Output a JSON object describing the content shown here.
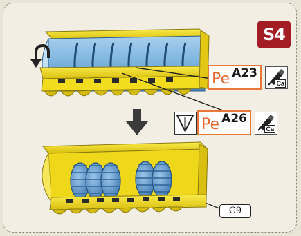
{
  "step": {
    "label": "S4"
  },
  "parts": [
    {
      "prefix": "Pe",
      "number": "A23",
      "tool_icon": "glue-tool-icon",
      "tool_text": "Ca"
    },
    {
      "prefix": "Pe",
      "number": "A26",
      "tool_icon": "glue-tool-icon",
      "tool_text": "Ca"
    }
  ],
  "callout": {
    "label": "C9"
  },
  "icons": {
    "rotate": "rotate-arrow-icon",
    "down_arrow": "down-arrow-icon",
    "flip_warning": "flip-warning-icon"
  },
  "colors": {
    "frame_bg": "#f2eee3",
    "badge": "#a31b23",
    "yellow_part": "#f3df1c",
    "blue_drum": "#7ab2dd",
    "tire": "#5c9bd0",
    "label_border": "#e8783a",
    "label_text": "#e8672d"
  }
}
